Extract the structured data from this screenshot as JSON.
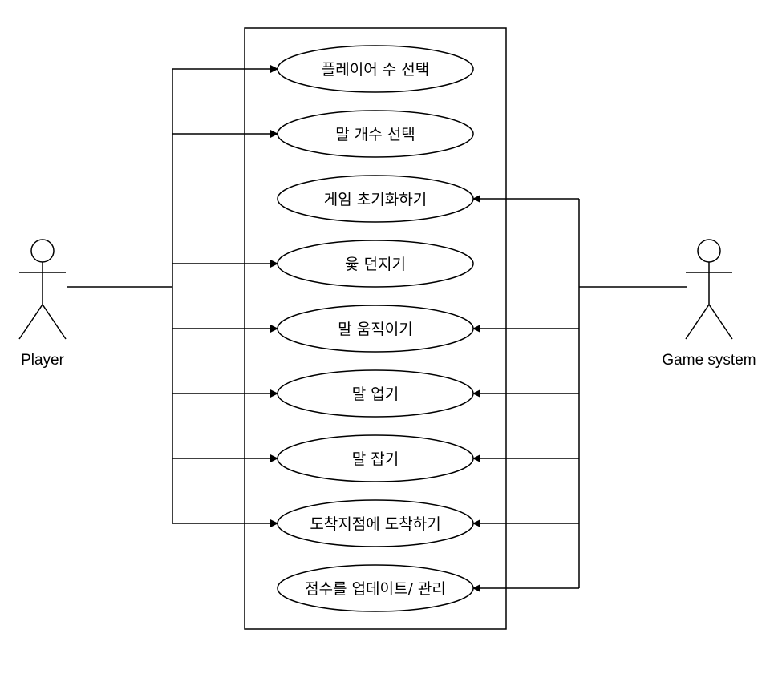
{
  "actors": {
    "player": {
      "label": "Player"
    },
    "game_system": {
      "label": "Game system"
    }
  },
  "use_cases": [
    {
      "id": "select-players",
      "label": "플레이어 수 선택",
      "player": true,
      "system": false
    },
    {
      "id": "select-pieces",
      "label": "말 개수 선택",
      "player": true,
      "system": false
    },
    {
      "id": "init-game",
      "label": "게임 초기화하기",
      "player": false,
      "system": true
    },
    {
      "id": "throw-yut",
      "label": "윷 던지기",
      "player": true,
      "system": false
    },
    {
      "id": "move-piece",
      "label": "말 움직이기",
      "player": true,
      "system": true
    },
    {
      "id": "stack-piece",
      "label": "말 업기",
      "player": true,
      "system": true
    },
    {
      "id": "capture-piece",
      "label": "말 잡기",
      "player": true,
      "system": true
    },
    {
      "id": "reach-goal",
      "label": "도착지점에 도착하기",
      "player": true,
      "system": true
    },
    {
      "id": "update-score",
      "label": "점수를 업데이트/ 관리",
      "player": false,
      "system": true
    }
  ],
  "colors": {
    "stroke": "#000000",
    "fill": "#ffffff"
  }
}
